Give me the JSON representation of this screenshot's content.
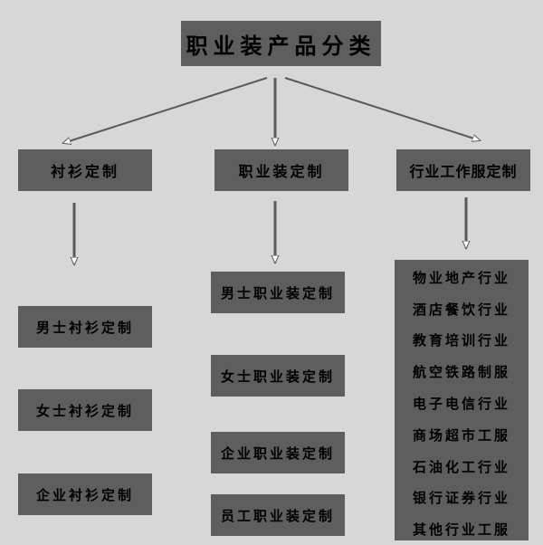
{
  "title": "职业装产品分类",
  "categories": [
    {
      "label": "衬衫定制",
      "items": [
        "男士衬衫定制",
        "女士衬衫定制",
        "企业衬衫定制"
      ]
    },
    {
      "label": "职业装定制",
      "items": [
        "男士职业装定制",
        "女士职业装定制",
        "企业职业装定制",
        "员工职业装定制"
      ]
    },
    {
      "label": "行业工作服定制",
      "items": [
        "物业地产行业",
        "酒店餐饮行业",
        "教育培训行业",
        "航空铁路制服",
        "电子电信行业",
        "商场超市工服",
        "石油化工行业",
        "银行证券行业",
        "其他行业工服"
      ]
    }
  ],
  "colors": {
    "background": "#d7d7d7",
    "box": "#5e5e5e",
    "text": "#000000",
    "connector": "#5a5a5a"
  }
}
